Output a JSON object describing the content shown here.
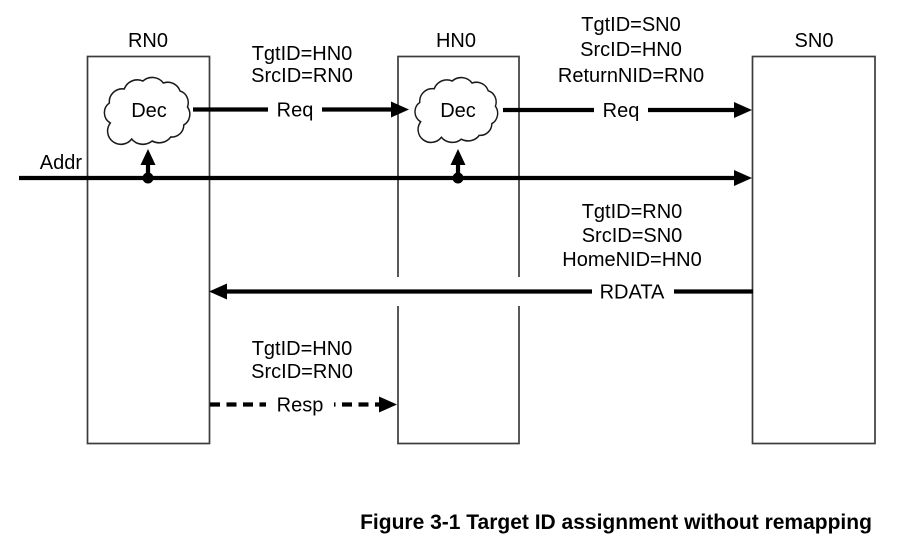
{
  "diagram": {
    "nodes": {
      "rn0": "RN0",
      "hn0": "HN0",
      "sn0": "SN0"
    },
    "decoder_label": "Dec",
    "addr_label": "Addr",
    "req1": {
      "label": "Req",
      "fields": [
        "TgtID=HN0",
        "SrcID=RN0"
      ]
    },
    "req2": {
      "label": "Req",
      "fields": [
        "TgtID=SN0",
        "SrcID=HN0",
        "ReturnNID=RN0"
      ]
    },
    "rdata": {
      "label": "RDATA",
      "fields": [
        "TgtID=RN0",
        "SrcID=SN0",
        "HomeNID=HN0"
      ]
    },
    "resp": {
      "label": "Resp",
      "fields": [
        "TgtID=HN0",
        "SrcID=RN0"
      ]
    },
    "caption": "Figure 3-1 Target ID assignment without remapping",
    "colors": {
      "line": "#000000",
      "box_stroke": "#3c3c3c",
      "background": "#ffffff"
    }
  }
}
